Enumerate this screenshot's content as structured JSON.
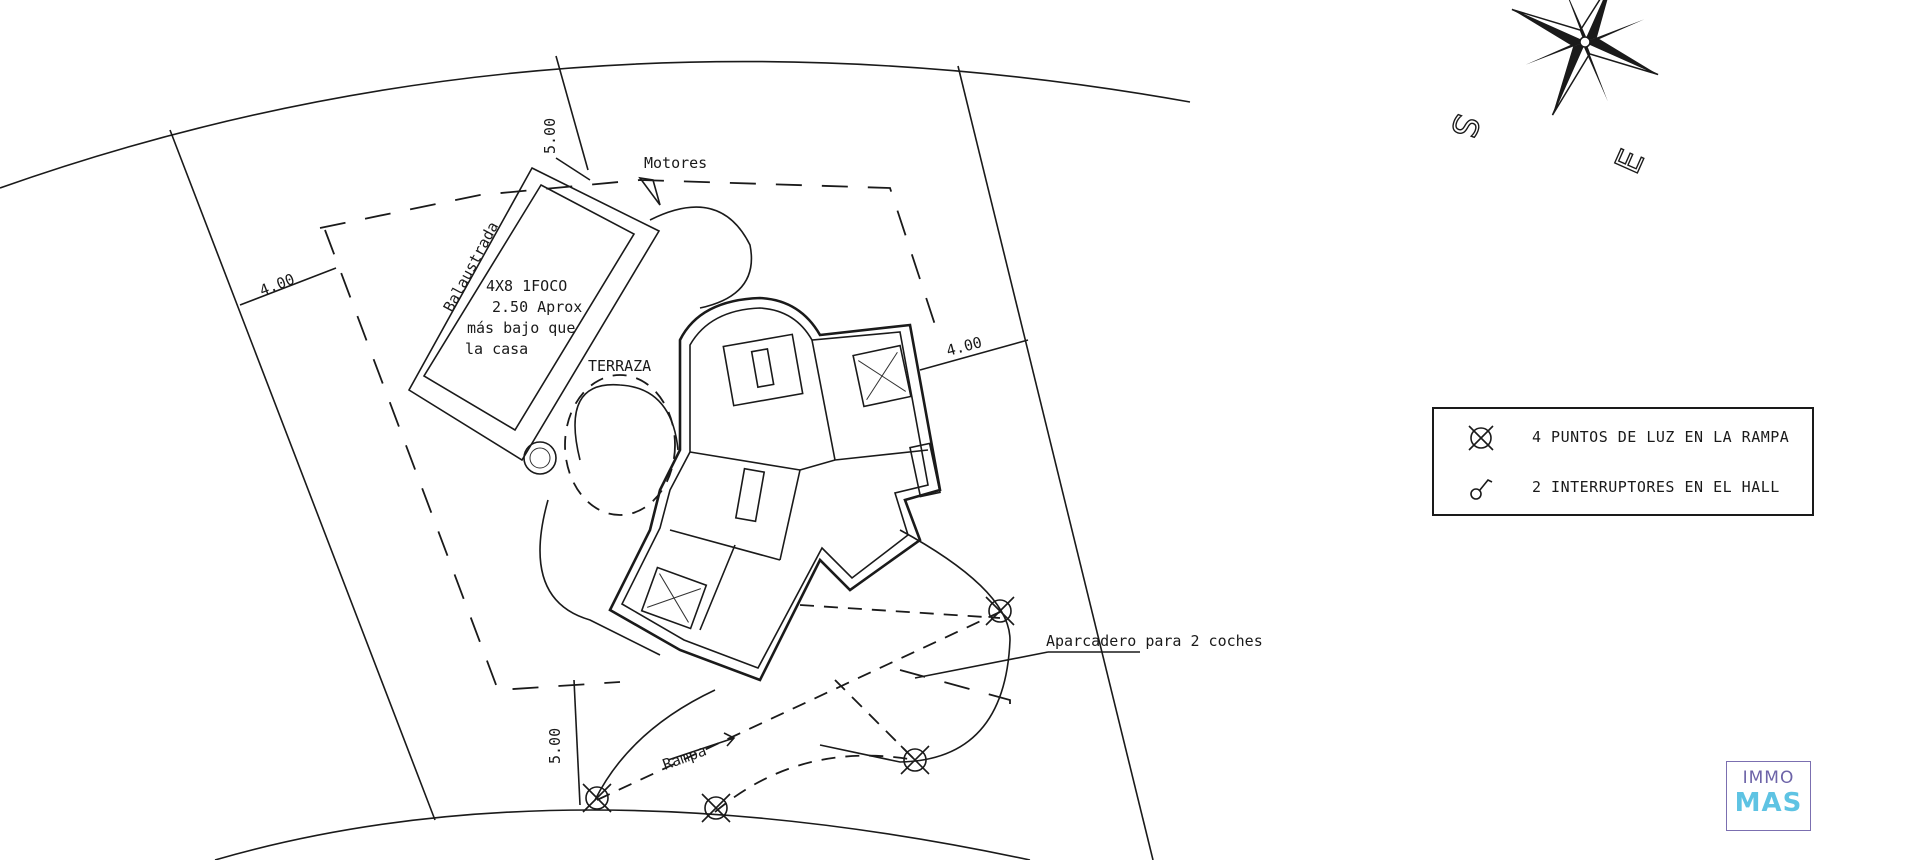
{
  "labels": {
    "motores": "Motores",
    "balaustrada": "Balaustrada",
    "pool_line1": "4X8   1FOCO",
    "pool_line2": "2.50 Aprox",
    "pool_line3": "más bajo que",
    "pool_line4": "la casa",
    "terraza": "TERRAZA",
    "aparcadero": "Aparcadero para 2 coches",
    "rampa": "Rampa",
    "dim_top": "5.00",
    "dim_left": "4.00",
    "dim_right": "4.00",
    "dim_bottom": "5.00"
  },
  "compass": {
    "letter_s": "S",
    "letter_e": "E"
  },
  "legend": {
    "items": [
      {
        "icon": "light-point-icon",
        "text": "4 PUNTOS DE LUZ EN LA RAMPA"
      },
      {
        "icon": "switch-icon",
        "text": "2 INTERRUPTORES EN EL HALL"
      }
    ]
  },
  "logo": {
    "line1": "IMMO",
    "line2": "MAS"
  }
}
